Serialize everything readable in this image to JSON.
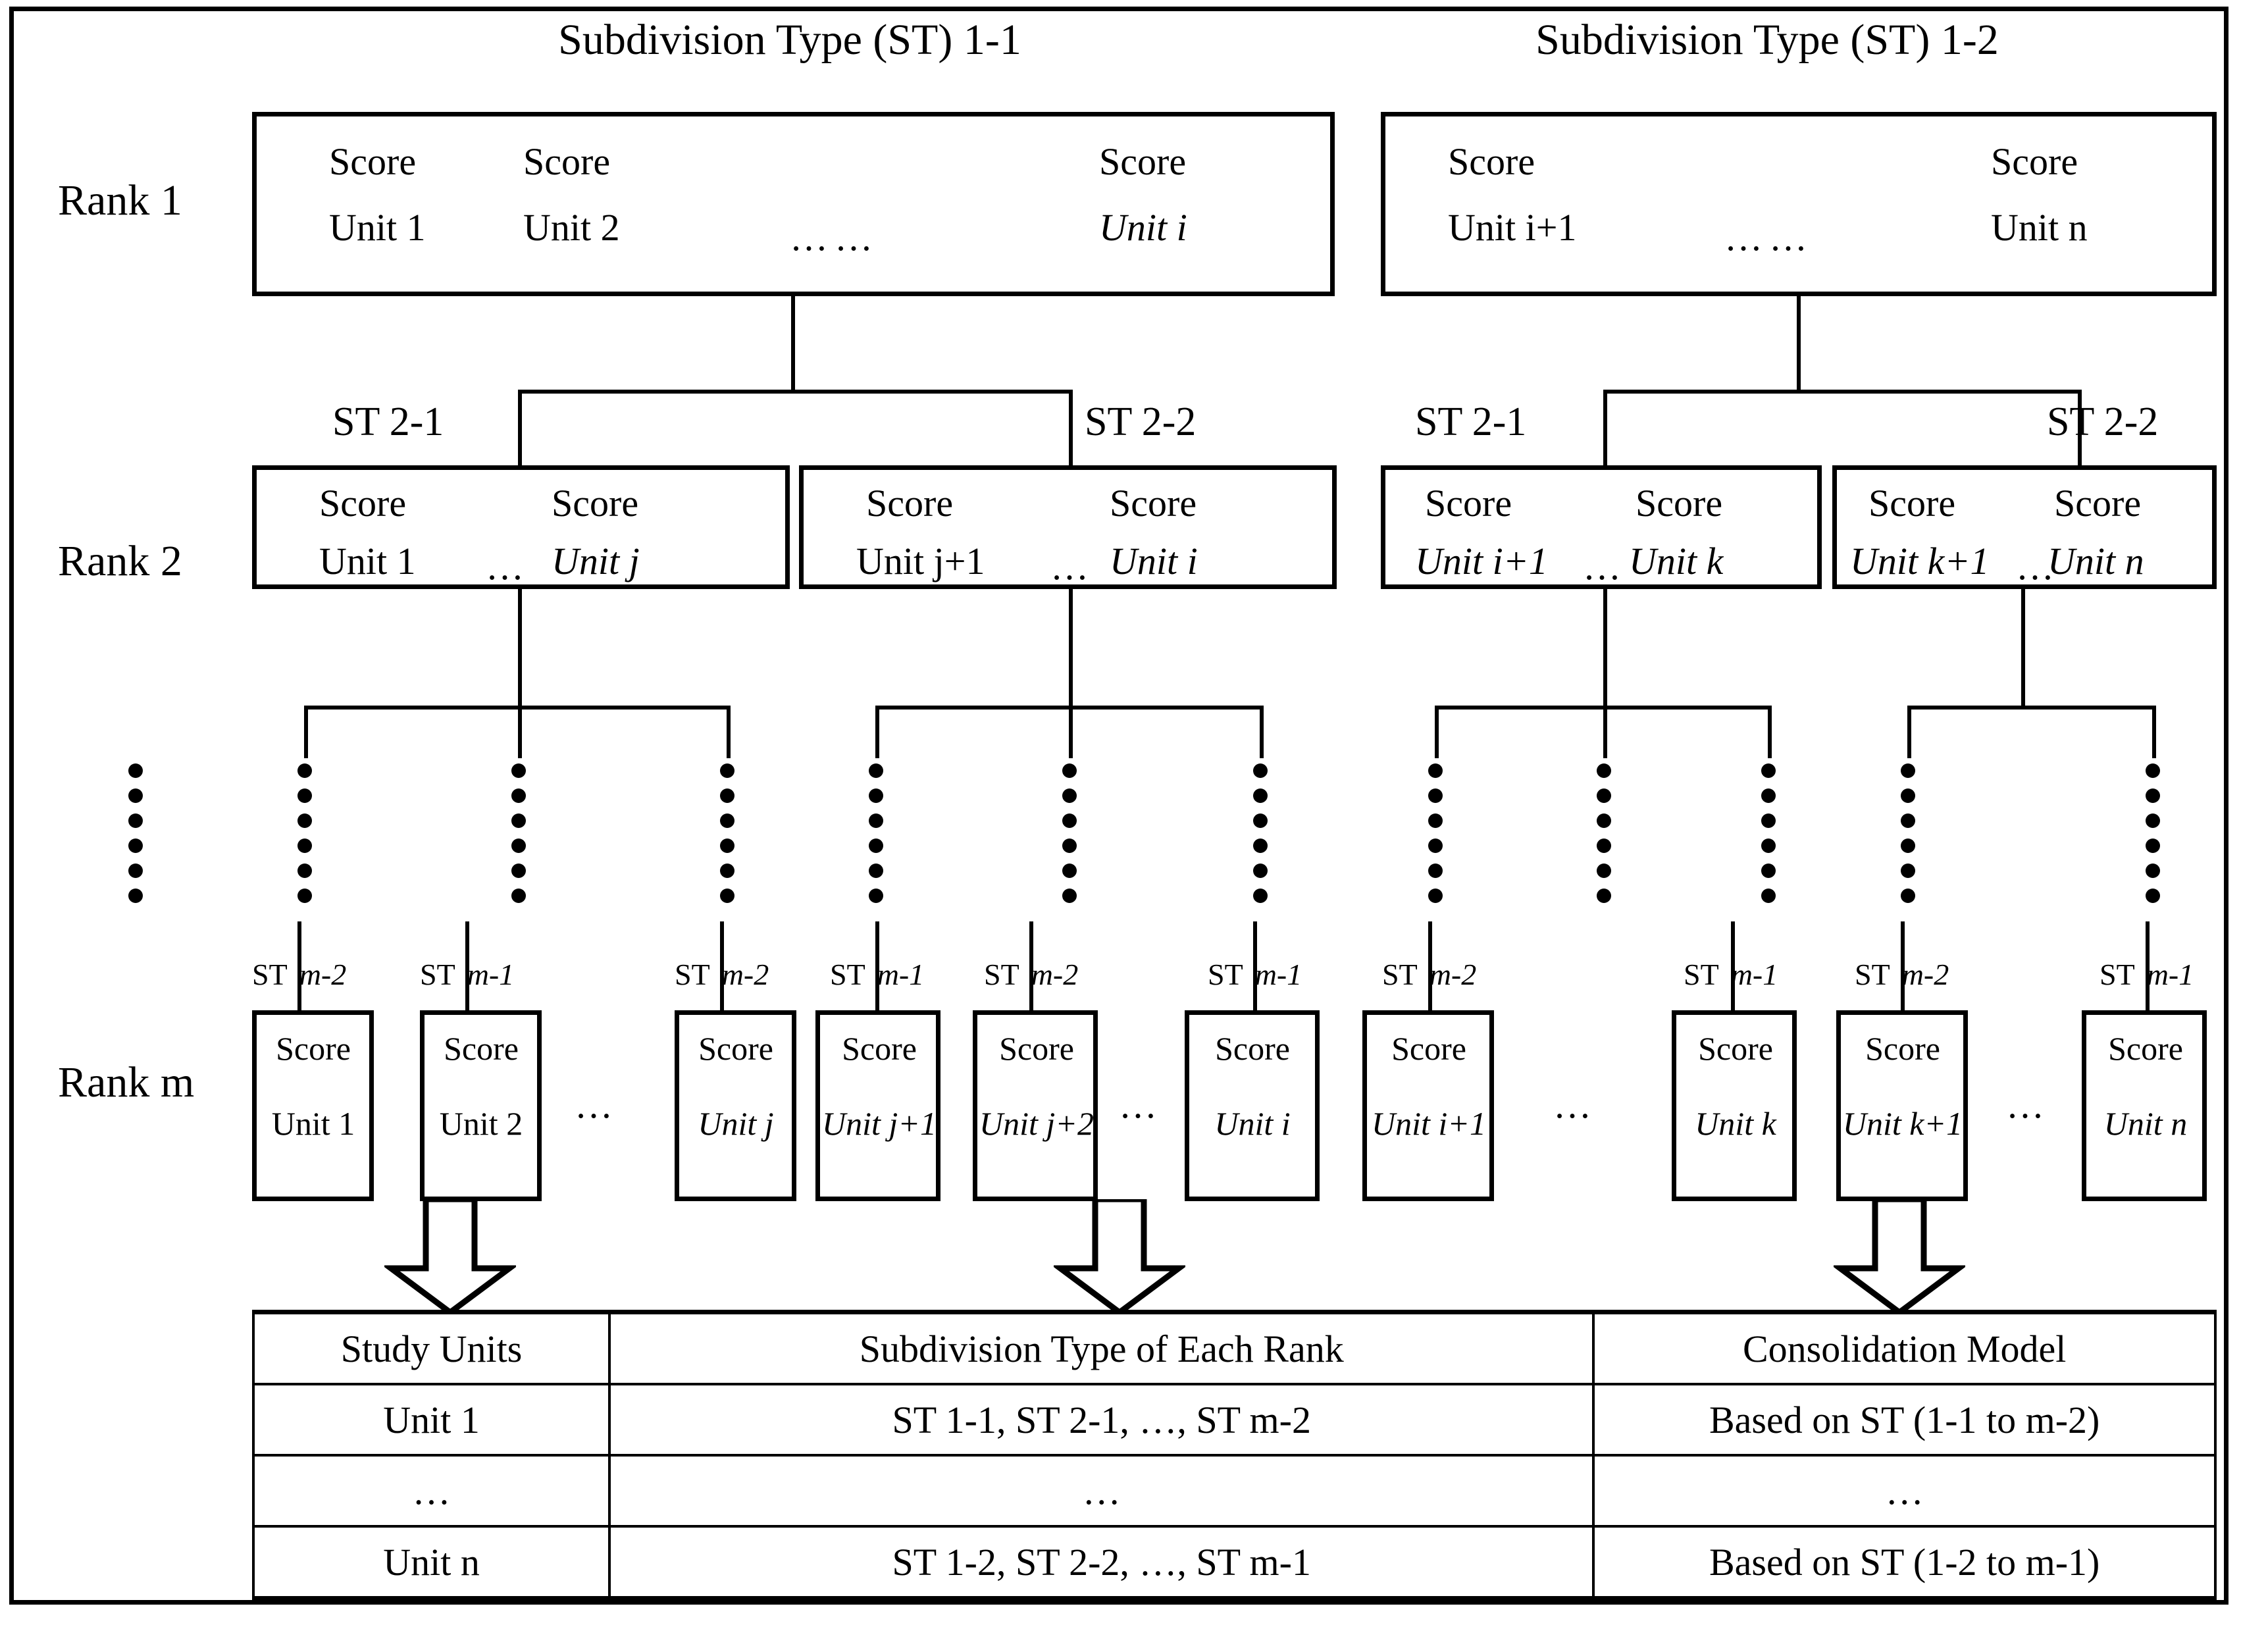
{
  "diagram": {
    "titles": {
      "st_1_1": "Subdivision Type (ST) 1-1",
      "st_1_2": "Subdivision Type (ST) 1-2"
    },
    "rank_labels": {
      "rank1": "Rank 1",
      "rank2": "Rank 2",
      "rankm": "Rank m"
    },
    "st2_labels": {
      "left_a": "ST 2-1",
      "left_b": "ST 2-2",
      "right_a": "ST 2-1",
      "right_b": "ST 2-2"
    },
    "score_label": "Score",
    "ellipsis_long": "……",
    "ellipsis_short": "…",
    "rank1": {
      "left_box": {
        "units": [
          "Unit 1",
          "Unit 2",
          "Unit i"
        ],
        "ellipsis": "……"
      },
      "right_box": {
        "units": [
          "Unit i+1",
          "Unit n"
        ],
        "ellipsis": "……"
      }
    },
    "rank2": {
      "boxes": [
        {
          "first": "Unit 1",
          "ellipsis": "…",
          "last": "Unit j"
        },
        {
          "first": "Unit j+1",
          "ellipsis": "…",
          "last": "Unit i"
        },
        {
          "first": "Unit i+1",
          "ellipsis": "…",
          "last": "Unit k"
        },
        {
          "first": "Unit k+1",
          "ellipsis": "…",
          "last": "Unit n"
        }
      ]
    },
    "rankm": {
      "cards": [
        {
          "st_prefix": "ST",
          "st_suffix": "m-2",
          "score": "Score",
          "unit": "Unit 1"
        },
        {
          "st_prefix": "ST",
          "st_suffix": "m-1",
          "score": "Score",
          "unit": "Unit 2"
        },
        {
          "st_prefix": "ST",
          "st_suffix": "m-2",
          "score": "Score",
          "unit": "Unit j"
        },
        {
          "st_prefix": "ST",
          "st_suffix": "m-1",
          "score": "Score",
          "unit": "Unit j+1"
        },
        {
          "st_prefix": "ST",
          "st_suffix": "m-2",
          "score": "Score",
          "unit": "Unit j+2"
        },
        {
          "st_prefix": "ST",
          "st_suffix": "m-1",
          "score": "Score",
          "unit": "Unit i"
        },
        {
          "st_prefix": "ST",
          "st_suffix": "m-2",
          "score": "Score",
          "unit": "Unit i+1"
        },
        {
          "st_prefix": "ST",
          "st_suffix": "m-1",
          "score": "Score",
          "unit": "Unit k"
        },
        {
          "st_prefix": "ST",
          "st_suffix": "m-2",
          "score": "Score",
          "unit": "Unit k+1"
        },
        {
          "st_prefix": "ST",
          "st_suffix": "m-1",
          "score": "Score",
          "unit": "Unit n"
        }
      ],
      "gap_ellipsis": [
        "…",
        "…",
        "…",
        "…",
        "…"
      ]
    },
    "table": {
      "headers": [
        "Study Units",
        "Subdivision Type of Each Rank",
        "Consolidation Model"
      ],
      "rows": [
        [
          "Unit 1",
          "ST 1-1, ST 2-1, …, ST m-2",
          "Based on ST (1-1 to m-2)"
        ],
        [
          "…",
          "…",
          "…"
        ],
        [
          "Unit n",
          "ST 1-2, ST 2-2, …, ST m-1",
          "Based on ST (1-2 to m-1)"
        ]
      ]
    }
  },
  "colors": {
    "ink": "#000000",
    "paper": "#ffffff"
  }
}
